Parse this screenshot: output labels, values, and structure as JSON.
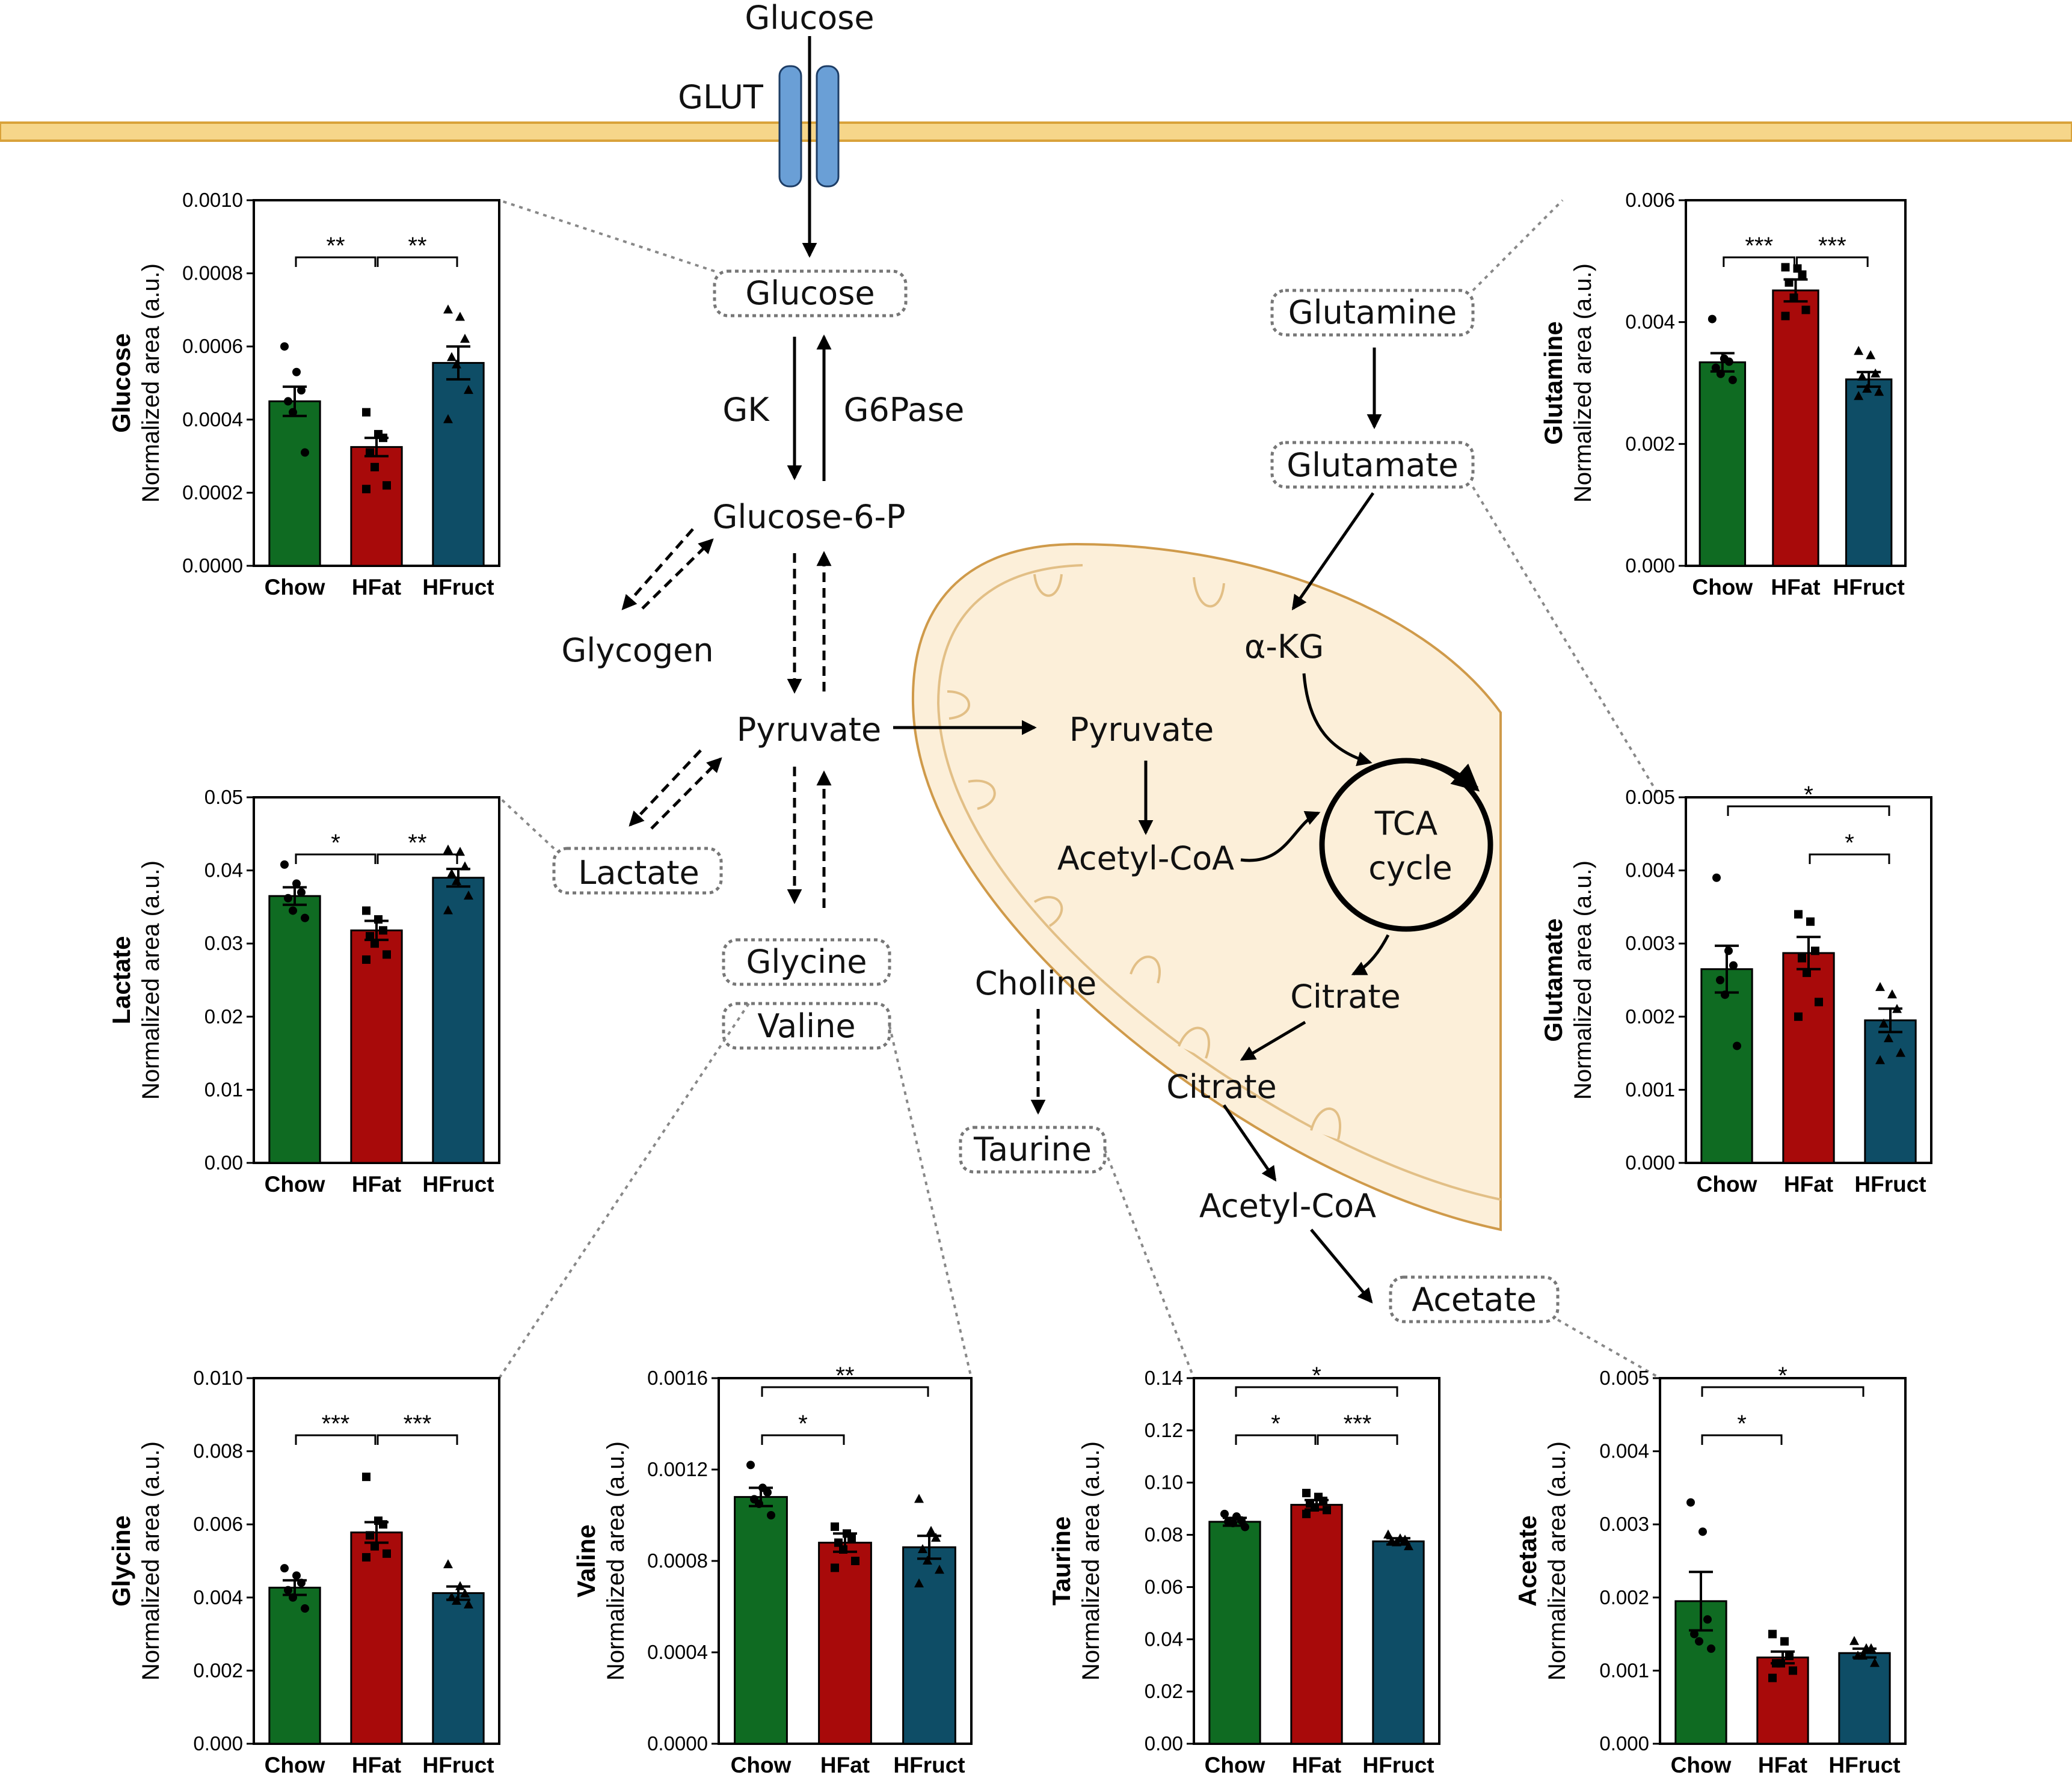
{
  "colors": {
    "chow": "#0f6b22",
    "hfat": "#a80a0a",
    "hfruct": "#0e4d66",
    "membrane": "#f6d68a",
    "membrane_edge": "#d9a23a",
    "transporter": "#6a9fd6",
    "mito_fill": "#fcefd9",
    "mito_edge": "#cf9a4a"
  },
  "pathway": {
    "glucose_out": "Glucose",
    "glut": "GLUT",
    "glucose": "Glucose",
    "gk": "GK",
    "g6pase": "G6Pase",
    "g6p": "Glucose-6-P",
    "glycogen": "Glycogen",
    "pyruvate": "Pyruvate",
    "lactate": "Lactate",
    "glycine": "Glycine",
    "valine": "Valine",
    "choline": "Choline",
    "taurine": "Taurine",
    "pyruvate_mito": "Pyruvate",
    "acetylcoa_mito": "Acetyl-CoA",
    "tca_line1": "TCA",
    "tca_line2": "cycle",
    "citrate_mito": "Citrate",
    "citrate": "Citrate",
    "acetylcoa": "Acetyl-CoA",
    "acetate": "Acetate",
    "glutamine": "Glutamine",
    "glutamate": "Glutamate",
    "akg": "α-KG"
  },
  "chart_data": [
    {
      "id": "glucose",
      "type": "bar",
      "title": "Glucose",
      "ylabel": "Normalized area (a.u.)",
      "categories": [
        "Chow",
        "HFat",
        "HFruct"
      ],
      "values": [
        0.00045,
        0.000325,
        0.000555
      ],
      "errors": [
        4e-05,
        2.5e-05,
        4.5e-05
      ],
      "points": [
        [
          0.0006,
          0.00053,
          0.00048,
          0.00045,
          0.00042,
          0.00031
        ],
        [
          0.00042,
          0.00036,
          0.00035,
          0.00031,
          0.00027,
          0.00022,
          0.00021
        ],
        [
          0.0007,
          0.00068,
          0.00062,
          0.00057,
          0.00055,
          0.00048,
          0.0004
        ]
      ],
      "ylim": [
        0,
        0.001
      ],
      "yticks": [
        "0.0000",
        "0.0002",
        "0.0004",
        "0.0006",
        "0.0008",
        "0.0010"
      ],
      "sig": [
        {
          "from": 0,
          "to": 1,
          "label": "**",
          "level": 0
        },
        {
          "from": 1,
          "to": 2,
          "label": "**",
          "level": 0
        }
      ]
    },
    {
      "id": "lactate",
      "type": "bar",
      "title": "Lactate",
      "ylabel": "Normalized area (a.u.)",
      "categories": [
        "Chow",
        "HFat",
        "HFruct"
      ],
      "values": [
        0.0365,
        0.0318,
        0.039
      ],
      "errors": [
        0.0012,
        0.0013,
        0.0012
      ],
      "points": [
        [
          0.0408,
          0.0382,
          0.037,
          0.0362,
          0.0345,
          0.0335
        ],
        [
          0.0345,
          0.0333,
          0.0318,
          0.031,
          0.03,
          0.0285,
          0.0278
        ],
        [
          0.0428,
          0.0425,
          0.0405,
          0.0395,
          0.0385,
          0.0365,
          0.0345
        ]
      ],
      "ylim": [
        0,
        0.05
      ],
      "yticks": [
        "0.00",
        "0.01",
        "0.02",
        "0.03",
        "0.04",
        "0.05"
      ],
      "sig": [
        {
          "from": 0,
          "to": 1,
          "label": "*",
          "level": 0
        },
        {
          "from": 1,
          "to": 2,
          "label": "**",
          "level": 0
        }
      ]
    },
    {
      "id": "glutamine",
      "type": "bar",
      "title": "Glutamine",
      "ylabel": "Normalized area (a.u.)",
      "categories": [
        "Chow",
        "HFat",
        "HFruct"
      ],
      "values": [
        0.00334,
        0.00452,
        0.00306
      ],
      "errors": [
        0.00015,
        0.00018,
        0.00012
      ],
      "points": [
        [
          0.00405,
          0.0034,
          0.00335,
          0.00325,
          0.00315,
          0.00305
        ],
        [
          0.0049,
          0.00488,
          0.00478,
          0.00465,
          0.0044,
          0.0042,
          0.0041
        ],
        [
          0.00352,
          0.00345,
          0.00315,
          0.0031,
          0.0029,
          0.00285,
          0.00278
        ]
      ],
      "ylim": [
        0,
        0.006
      ],
      "yticks": [
        "0.000",
        "0.002",
        "0.004",
        "0.006"
      ],
      "sig": [
        {
          "from": 0,
          "to": 1,
          "label": "***",
          "level": 0
        },
        {
          "from": 1,
          "to": 2,
          "label": "***",
          "level": 0
        }
      ]
    },
    {
      "id": "glutamate",
      "type": "bar",
      "title": "Glutamate",
      "ylabel": "Normalized area (a.u.)",
      "categories": [
        "Chow",
        "HFat",
        "HFruct"
      ],
      "values": [
        0.00265,
        0.00287,
        0.00195
      ],
      "errors": [
        0.00032,
        0.00022,
        0.00016
      ],
      "points": [
        [
          0.0039,
          0.0029,
          0.0027,
          0.0025,
          0.0023,
          0.0016
        ],
        [
          0.0034,
          0.0033,
          0.0029,
          0.0028,
          0.0026,
          0.0022,
          0.002
        ],
        [
          0.0024,
          0.0023,
          0.0021,
          0.0019,
          0.0017,
          0.0015,
          0.0014
        ]
      ],
      "ylim": [
        0,
        0.005
      ],
      "yticks": [
        "0.000",
        "0.001",
        "0.002",
        "0.003",
        "0.004",
        "0.005"
      ],
      "sig": [
        {
          "from": 0,
          "to": 2,
          "label": "*",
          "level": 1
        },
        {
          "from": 1,
          "to": 2,
          "label": "*",
          "level": 0
        }
      ]
    },
    {
      "id": "glycine",
      "type": "bar",
      "title": "Glycine",
      "ylabel": "Normalized area (a.u.)",
      "categories": [
        "Chow",
        "HFat",
        "HFruct"
      ],
      "values": [
        0.00427,
        0.00578,
        0.00412
      ],
      "errors": [
        0.0002,
        0.00028,
        0.00018
      ],
      "points": [
        [
          0.0048,
          0.0046,
          0.0044,
          0.0042,
          0.004,
          0.0037
        ],
        [
          0.0073,
          0.0061,
          0.006,
          0.0057,
          0.0054,
          0.0052,
          0.0051
        ],
        [
          0.0049,
          0.0043,
          0.0041,
          0.004,
          0.0039,
          0.0038
        ]
      ],
      "ylim": [
        0,
        0.01
      ],
      "yticks": [
        "0.000",
        "0.002",
        "0.004",
        "0.006",
        "0.008",
        "0.010"
      ],
      "sig": [
        {
          "from": 0,
          "to": 1,
          "label": "***",
          "level": 0
        },
        {
          "from": 1,
          "to": 2,
          "label": "***",
          "level": 0
        }
      ]
    },
    {
      "id": "valine",
      "type": "bar",
      "title": "Valine",
      "ylabel": "Normalized area (a.u.)",
      "categories": [
        "Chow",
        "HFat",
        "HFruct"
      ],
      "values": [
        0.00108,
        0.00088,
        0.00086
      ],
      "errors": [
        4e-05,
        4e-05,
        5e-05
      ],
      "points": [
        [
          0.00122,
          0.00112,
          0.0011,
          0.00107,
          0.00105,
          0.001
        ],
        [
          0.00095,
          0.00092,
          0.0009,
          0.00088,
          0.00085,
          0.0008,
          0.00077
        ],
        [
          0.00107,
          0.00093,
          0.0009,
          0.00085,
          0.0008,
          0.00076,
          0.0007
        ]
      ],
      "ylim": [
        0,
        0.0016
      ],
      "yticks": [
        "0.0000",
        "0.0004",
        "0.0008",
        "0.0012",
        "0.0016"
      ],
      "sig": [
        {
          "from": 0,
          "to": 2,
          "label": "**",
          "level": 1
        },
        {
          "from": 0,
          "to": 1,
          "label": "*",
          "level": 0
        }
      ]
    },
    {
      "id": "taurine",
      "type": "bar",
      "title": "Taurine",
      "ylabel": "Normalized area (a.u.)",
      "categories": [
        "Chow",
        "HFat",
        "HFruct"
      ],
      "values": [
        0.085,
        0.0915,
        0.0775
      ],
      "errors": [
        0.0015,
        0.0018,
        0.0012
      ],
      "points": [
        [
          0.088,
          0.087,
          0.0855,
          0.085,
          0.0845,
          0.083
        ],
        [
          0.096,
          0.0945,
          0.093,
          0.092,
          0.0905,
          0.0895,
          0.088
        ],
        [
          0.08,
          0.0785,
          0.078,
          0.0775,
          0.077,
          0.0755
        ]
      ],
      "ylim": [
        0,
        0.14
      ],
      "yticks": [
        "0.00",
        "0.02",
        "0.04",
        "0.06",
        "0.08",
        "0.10",
        "0.12",
        "0.14"
      ],
      "sig": [
        {
          "from": 0,
          "to": 2,
          "label": "*",
          "level": 1
        },
        {
          "from": 0,
          "to": 1,
          "label": "*",
          "level": 0
        },
        {
          "from": 1,
          "to": 2,
          "label": "***",
          "level": 0
        }
      ]
    },
    {
      "id": "acetate",
      "type": "bar",
      "title": "Acetate",
      "ylabel": "Normalized area (a.u.)",
      "categories": [
        "Chow",
        "HFat",
        "HFruct"
      ],
      "values": [
        0.00195,
        0.00118,
        0.00124
      ],
      "errors": [
        0.0004,
        8e-05,
        6e-05
      ],
      "points": [
        [
          0.0033,
          0.0029,
          0.0017,
          0.0015,
          0.0014,
          0.0013
        ],
        [
          0.0015,
          0.0014,
          0.0012,
          0.0011,
          0.0011,
          0.001,
          0.0009
        ],
        [
          0.0014,
          0.0013,
          0.0013,
          0.0012,
          0.0012,
          0.0011
        ]
      ],
      "ylim": [
        0,
        0.005
      ],
      "yticks": [
        "0.000",
        "0.001",
        "0.002",
        "0.003",
        "0.004",
        "0.005"
      ],
      "sig": [
        {
          "from": 0,
          "to": 2,
          "label": "*",
          "level": 1
        },
        {
          "from": 0,
          "to": 1,
          "label": "*",
          "level": 0
        }
      ]
    }
  ]
}
